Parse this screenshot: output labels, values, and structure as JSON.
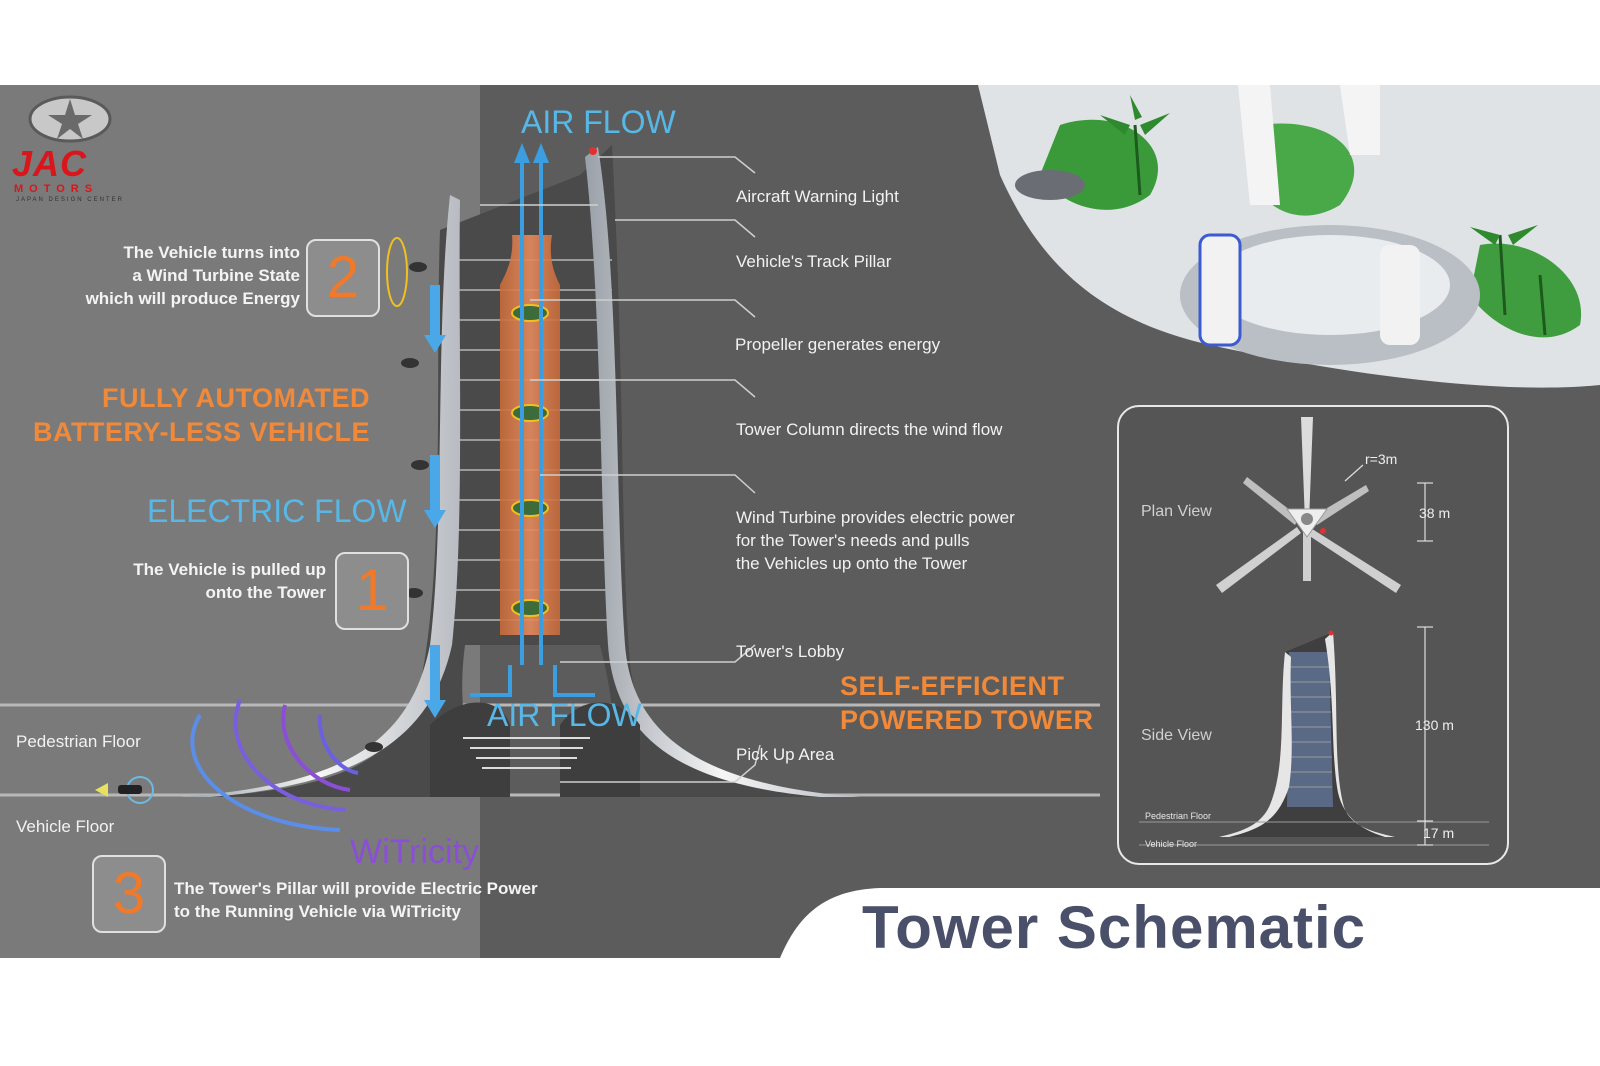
{
  "logo": {
    "brand": "JAC",
    "sub": "MOTORS",
    "tagline": "JAPAN DESIGN CENTER"
  },
  "steps": [
    {
      "number": "2",
      "text": "The Vehicle turns into\na Wind Turbine State\nwhich will produce Energy"
    },
    {
      "number": "1",
      "text": "The Vehicle is pulled up\nonto the Tower"
    },
    {
      "number": "3",
      "text": "The Tower's Pillar will provide Electric Power\nto the Running Vehicle via WiTricity"
    }
  ],
  "headlines": {
    "vehicle": "FULLY AUTOMATED\nBATTERY-LESS VEHICLE",
    "tower": "SELF-EFFICIENT\nPOWERED TOWER"
  },
  "flows": {
    "air_top": "AIR FLOW",
    "air_bottom": "AIR FLOW",
    "electric": "ELECTRIC FLOW",
    "witricity": "WiTricity"
  },
  "floors": {
    "pedestrian": "Pedestrian Floor",
    "vehicle": "Vehicle Floor"
  },
  "callouts": [
    "Aircraft Warning Light",
    "Vehicle's Track Pillar",
    "Propeller generates energy",
    "Tower Column directs the wind flow",
    "Wind Turbine provides electric power\nfor the Tower's needs and pulls\nthe Vehicles up onto the Tower",
    "Tower's Lobby",
    "Pick Up Area"
  ],
  "inset": {
    "plan_view": "Plan View",
    "side_view": "Side View",
    "radius": "r=3m",
    "dim_38": "38 m",
    "dim_130": "130 m",
    "dim_17": "17 m",
    "pedestrian_floor": "Pedestrian Floor",
    "vehicle_floor": "Vehicle Floor"
  },
  "title": "Tower Schematic",
  "colors": {
    "orange": "#f08a3a",
    "blue": "#57b8e8",
    "purple": "#8a4fd6",
    "title": "#4a4f6a",
    "logo_red": "#d8161b"
  }
}
